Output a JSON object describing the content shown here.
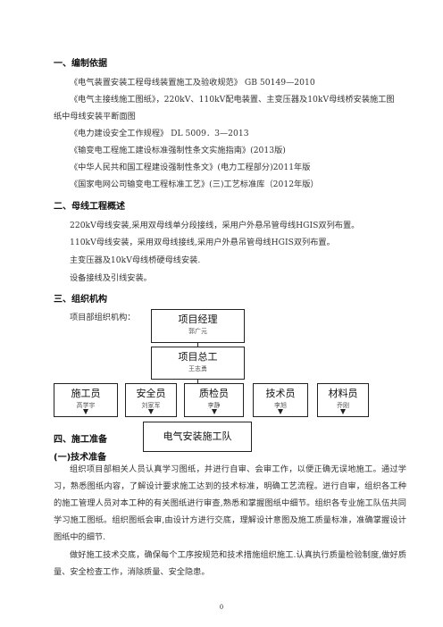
{
  "sections": {
    "s1_title": "一、编制依据",
    "s2_title": "二、母线工程概述",
    "s3_title": "三、组织机构",
    "s4_title": "四、施工准备",
    "s4_sub": "(一)技术准备"
  },
  "references": [
    "《电气装置安装工程母线装置施工及验收规范》  GB 50149—2010",
    "《电气主接线施工图纸》，220kV、110kV配电装置、主变压器及10kV母线桥安装施工图",
    "纸中母线安装平断面图",
    "《电力建设安全工作规程》   DL 5009．3—2013",
    "《输变电工程施工建设标准强制性条文实施指南》(2013版)",
    "《中华人民共和国工程建设强制性条文》(电力工程部分)2011年版",
    "《国家电网公司输变电工程标准工艺》(三)工艺标准库（2012年版）"
  ],
  "overview": [
    "220kV母线安装,采用双母线单分段接线，采用户外悬吊管母线HGIS双列布置。",
    "110kV母线安装，采用双母线接线,采用户外悬吊管母线HGIS双列布置。",
    "主变压器及10kV母线桥硬母线安装.",
    "设备接线及引线安装。"
  ],
  "org": {
    "intro": "项目部组织机构：",
    "manager": {
      "title": "项目经理",
      "name": "郭广元"
    },
    "chief": {
      "title": "项目总工",
      "name": "王志勇"
    },
    "roles": [
      {
        "title": "施工员",
        "name": "高学宇"
      },
      {
        "title": "安全员",
        "name": "刘家军"
      },
      {
        "title": "质检员",
        "name": "李静"
      },
      {
        "title": "技术员",
        "name": "李旭"
      },
      {
        "title": "材料员",
        "name": "乔刚"
      }
    ],
    "team": "电气安装施工队"
  },
  "tech_prep": {
    "para1": "组织项目部相关人员认真学习图纸，并进行自审、会审工作，以便正确无误地施工。通过学习，熟悉图纸内容，了解设计要求施工达到的技术标准，明确工艺流程。进行自审，组织各工种的施工管理人员对本工种的有关图纸进行审查,熟悉和掌握图纸中细节。组织各专业施工队伍共同学习施工图纸。组织图纸会审,由设计方进行交底，理解设计意图及施工质量标准，准确掌握设计图纸中的细节.",
    "para2": "做好施工技术交底，确保每个工序按规范和技术措施组织施工.认真执行质量检验制度,做好质量、安全检查工作，消除质量、安全隐患。"
  },
  "page_number": "0"
}
